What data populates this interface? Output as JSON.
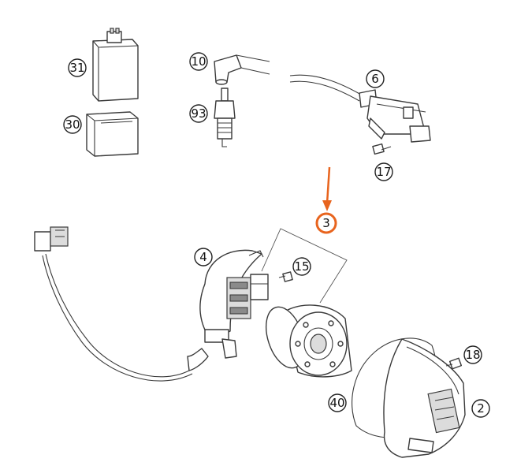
{
  "callouts": [
    {
      "id": "31",
      "label": "31"
    },
    {
      "id": "30",
      "label": "30"
    },
    {
      "id": "10",
      "label": "10"
    },
    {
      "id": "93",
      "label": "93"
    },
    {
      "id": "6",
      "label": "6"
    },
    {
      "id": "17",
      "label": "17"
    },
    {
      "id": "3",
      "label": "3"
    },
    {
      "id": "4",
      "label": "4"
    },
    {
      "id": "15",
      "label": "15"
    },
    {
      "id": "18",
      "label": "18"
    },
    {
      "id": "40",
      "label": "40"
    },
    {
      "id": "2",
      "label": "2"
    }
  ],
  "highlight": {
    "callout": "3",
    "color": "#e8641e"
  },
  "colors": {
    "line": "#3a3a3a",
    "background": "#ffffff"
  }
}
